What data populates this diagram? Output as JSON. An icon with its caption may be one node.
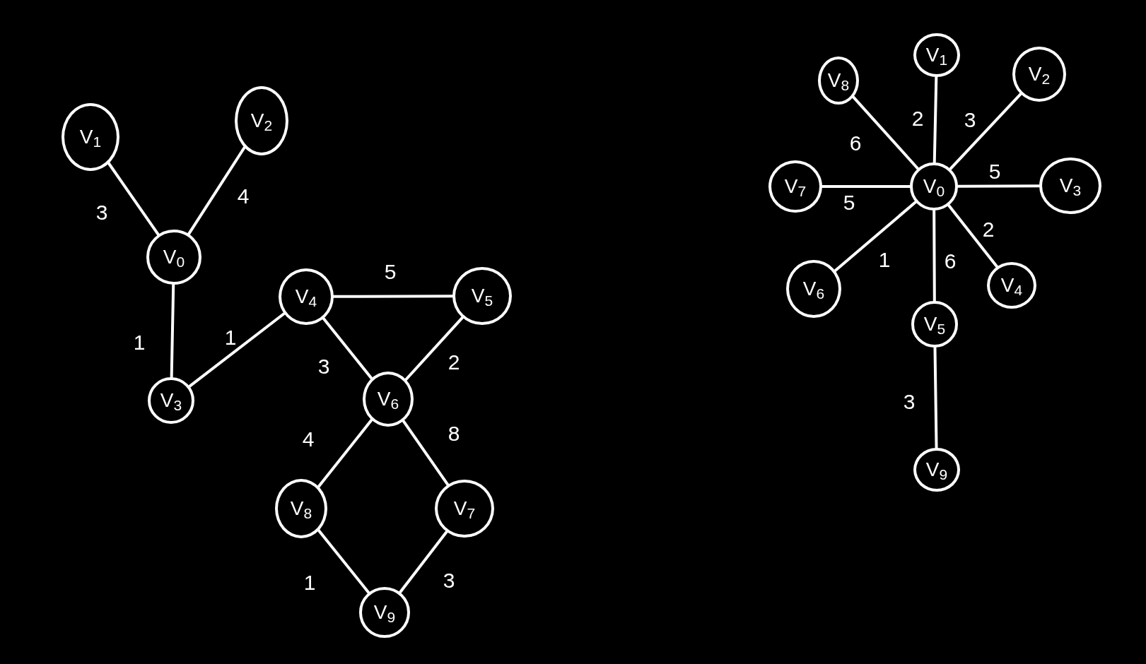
{
  "diagram": {
    "nodes": [
      {
        "text": [
          "V$_{1}$"
        ]
      },
      {
        "text": [
          "V$_{2}$"
        ]
      },
      {
        "text": [
          "V$_{0}$"
        ]
      },
      {
        "text": [
          "V$_{4}$"
        ]
      },
      {
        "text": [
          "V$_{5}$"
        ]
      },
      {
        "text": [
          "V$_{3}$"
        ]
      },
      {
        "text": [
          "V$_{6}$"
        ]
      },
      {
        "text": [
          "V$_{8}$"
        ]
      },
      {
        "text": [
          "V$_{7}$"
        ]
      },
      {
        "text": [
          "V$_{9}$"
        ]
      },
      {
        "text": [
          "V$_{1}$"
        ]
      },
      {
        "text": [
          "V$_{8}$"
        ]
      },
      {
        "text": [
          "V$_{2}$"
        ]
      },
      {
        "text": [
          "V$_{7}$"
        ]
      },
      {
        "text": [
          "V$_{0}$"
        ]
      },
      {
        "text": [
          "V$_{3}$"
        ]
      },
      {
        "text": [
          "V$_{6}$"
        ]
      },
      {
        "text": [
          "V$_{4}$"
        ]
      },
      {
        "text": [
          "V$_{5}$"
        ]
      },
      {
        "text": [
          "V$_{9}$"
        ]
      }
    ],
    "edges": [
      {
        "from": 0,
        "to": 2,
        "arrow": "none",
        "label": "3"
      },
      {
        "from": 1,
        "to": 2,
        "arrow": "none",
        "label": "4"
      },
      {
        "from": 2,
        "to": 5,
        "arrow": "none",
        "label": "1"
      },
      {
        "from": 5,
        "to": 3,
        "arrow": "none",
        "label": "1"
      },
      {
        "from": 3,
        "to": 4,
        "arrow": "none",
        "label": "5"
      },
      {
        "from": 3,
        "to": 6,
        "arrow": "none",
        "label": "3"
      },
      {
        "from": 4,
        "to": 6,
        "arrow": "none",
        "label": "2"
      },
      {
        "from": 6,
        "to": 7,
        "arrow": "none",
        "label": "4"
      },
      {
        "from": 6,
        "to": 8,
        "arrow": "none",
        "label": "8"
      },
      {
        "from": 7,
        "to": 9,
        "arrow": "none",
        "label": "1"
      },
      {
        "from": 8,
        "to": 9,
        "arrow": "none",
        "label": "3"
      },
      {
        "from": 14,
        "to": 10,
        "arrow": "none",
        "label": "2"
      },
      {
        "from": 14,
        "to": 12,
        "arrow": "none",
        "label": "3"
      },
      {
        "from": 14,
        "to": 11,
        "arrow": "none",
        "label": "6"
      },
      {
        "from": 14,
        "to": 15,
        "arrow": "none",
        "label": "5"
      },
      {
        "from": 14,
        "to": 13,
        "arrow": "none",
        "label": "5"
      },
      {
        "from": 14,
        "to": 17,
        "arrow": "none",
        "label": "2"
      },
      {
        "from": 14,
        "to": 18,
        "arrow": "none",
        "label": "6"
      },
      {
        "from": 14,
        "to": 16,
        "arrow": "none",
        "label": "1"
      },
      {
        "from": 18,
        "to": 19,
        "arrow": "none",
        "label": "3"
      }
    ]
  }
}
